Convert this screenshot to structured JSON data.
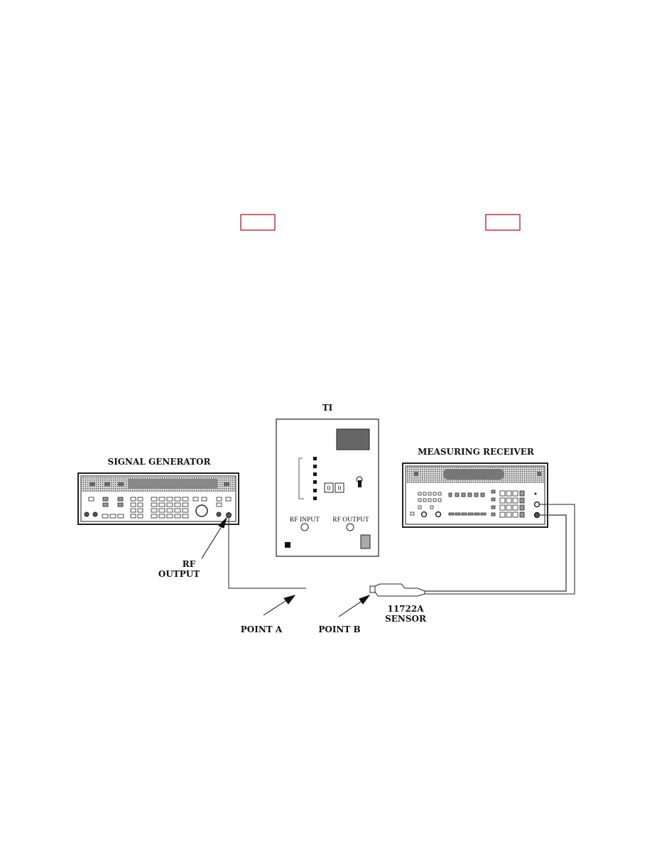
{
  "diagram": {
    "ti_label": "TI",
    "signal_generator_label": "SIGNAL GENERATOR",
    "measuring_receiver_label": "MEASURING RECEIVER",
    "rf_input_label": "RF INPUT",
    "rf_output_ti_label": "RF OUTPUT",
    "rf_output_line1": "RF",
    "rf_output_line2": "OUTPUT",
    "point_a_label": "POINT A",
    "point_b_label": "POINT B",
    "sensor_line1": "11722A",
    "sensor_line2": "SENSOR",
    "counter_digit_1": "0",
    "counter_digit_2": "0"
  },
  "colors": {
    "highlight_box": "#c0141e",
    "panel_dark": "#666666"
  }
}
